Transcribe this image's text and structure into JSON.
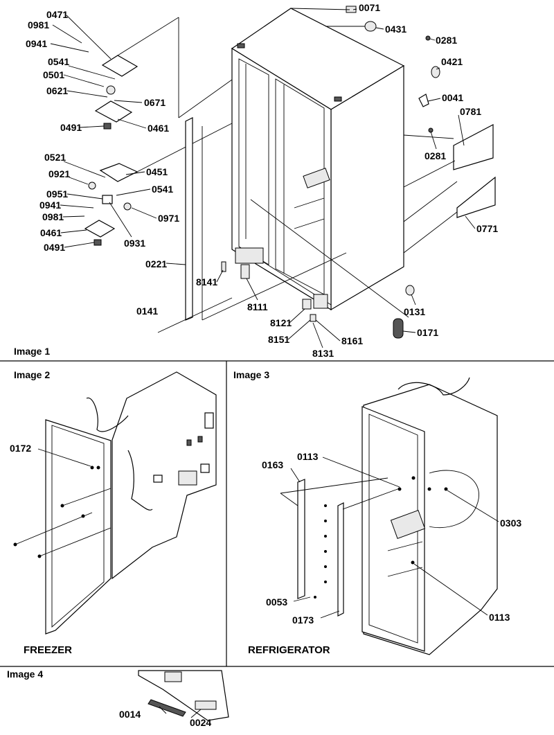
{
  "panels": {
    "image1": {
      "title": "Image 1"
    },
    "image2": {
      "title": "Image 2",
      "caption": "FREEZER"
    },
    "image3": {
      "title": "Image 3",
      "caption": "REFRIGERATOR"
    },
    "image4": {
      "title": "Image 4"
    }
  },
  "parts": {
    "p0071": "0071",
    "p0431": "0431",
    "p0281a": "0281",
    "p0421": "0421",
    "p0041": "0041",
    "p0781": "0781",
    "p0281b": "0281",
    "p0771": "0771",
    "p0131": "0131",
    "p0171": "0171",
    "p0471": "0471",
    "p0981a": "0981",
    "p0941a": "0941",
    "p0541a": "0541",
    "p0501": "0501",
    "p0621": "0621",
    "p0671": "0671",
    "p0491a": "0491",
    "p0461a": "0461",
    "p0521": "0521",
    "p0921": "0921",
    "p0451": "0451",
    "p0541b": "0541",
    "p0951": "0951",
    "p0941b": "0941",
    "p0981b": "0981",
    "p0971": "0971",
    "p0461b": "0461",
    "p0931": "0931",
    "p0491b": "0491",
    "p0221": "0221",
    "p8141": "8141",
    "p8111": "8111",
    "p0141": "0141",
    "p8121": "8121",
    "p8151": "8151",
    "p8161": "8161",
    "p8131": "8131",
    "p0172": "0172",
    "p0163": "0163",
    "p0113a": "0113",
    "p0303": "0303",
    "p0053": "0053",
    "p0173": "0173",
    "p0113b": "0113",
    "p0014": "0014",
    "p0024": "0024"
  }
}
